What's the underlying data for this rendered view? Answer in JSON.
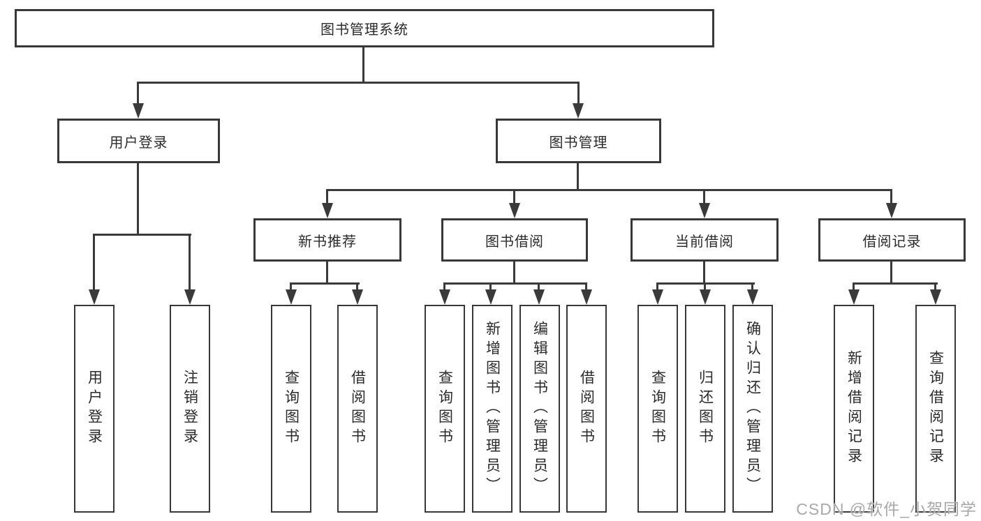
{
  "root": {
    "label": "图书管理系统"
  },
  "level2": [
    {
      "label": "用户登录"
    },
    {
      "label": "图书管理"
    }
  ],
  "level3": [
    {
      "label": "新书推荐"
    },
    {
      "label": "图书借阅"
    },
    {
      "label": "当前借阅"
    },
    {
      "label": "借阅记录"
    }
  ],
  "leaves": {
    "user_login": [
      "用户登录",
      "注销登录"
    ],
    "new_books": [
      "查询图书",
      "借阅图书"
    ],
    "book_borrow": [
      "查询图书",
      "新增图书（管理员）",
      "编辑图书（管理员）",
      "借阅图书"
    ],
    "current_borrow": [
      "查询图书",
      "归还图书",
      "确认归还（管理员）"
    ],
    "borrow_records": [
      "新增借阅记录",
      "查询借阅记录"
    ]
  },
  "watermark": "CSDN @软件_小贺同学",
  "colors": {
    "line": "#3a3a3a",
    "border": "#383838",
    "text": "#2b2b2b",
    "watermark": "#a8a8a8",
    "background": "#ffffff"
  }
}
